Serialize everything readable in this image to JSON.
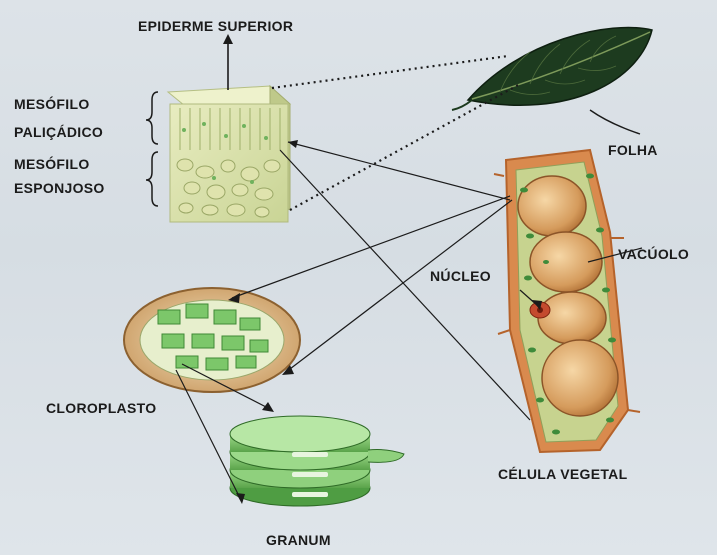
{
  "labels": {
    "epiderme": "EPIDERME SUPERIOR",
    "mesofilo1": "MESÓFILO",
    "palicadico": "PALIÇÁDICO",
    "mesofilo2": "MESÓFILO",
    "esponjoso": "ESPONJOSO",
    "folha": "FOLHA",
    "vacuolo": "VACÚOLO",
    "nucleo": "NÚCLEO",
    "cloroplasto": "CLOROPLASTO",
    "celula": "CÉLULA VEGETAL",
    "granum": "GRANUM"
  },
  "colors": {
    "leaf": "#1d3b1f",
    "cell_wall": "#d98a4e",
    "chloroplast": "#7cc76a",
    "tissue": "#d9e0a6"
  }
}
